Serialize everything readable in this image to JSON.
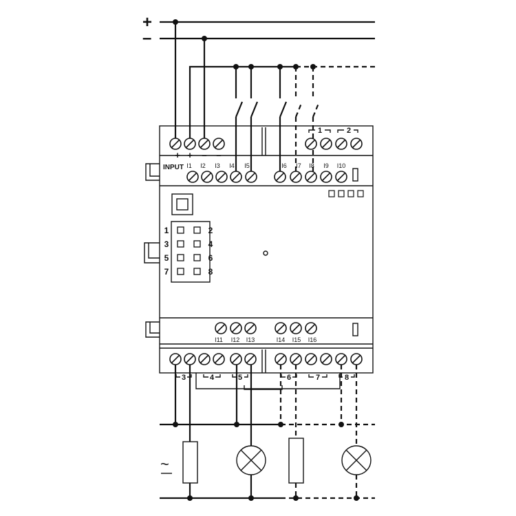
{
  "supply": {
    "plus": "+",
    "minus": "–"
  },
  "power_terminals": [
    "+",
    "+",
    "–",
    "–"
  ],
  "input_label": "INPUT",
  "inputs_top_left": [
    "I1",
    "I2",
    "I3",
    "I4",
    "I5"
  ],
  "inputs_top_right": [
    "I6",
    "I7",
    "I8",
    "I9",
    "I10"
  ],
  "inputs_bottom": [
    "I11",
    "I12",
    "I13",
    "I14",
    "I15",
    "I16"
  ],
  "relay_groups_top": [
    "1",
    "2"
  ],
  "outputs_bottom": [
    "3",
    "4",
    "5",
    "6",
    "7",
    "8"
  ],
  "connector_pins": [
    "1",
    "2",
    "3",
    "4",
    "5",
    "6",
    "7",
    "8"
  ],
  "ac_symbol": "~"
}
